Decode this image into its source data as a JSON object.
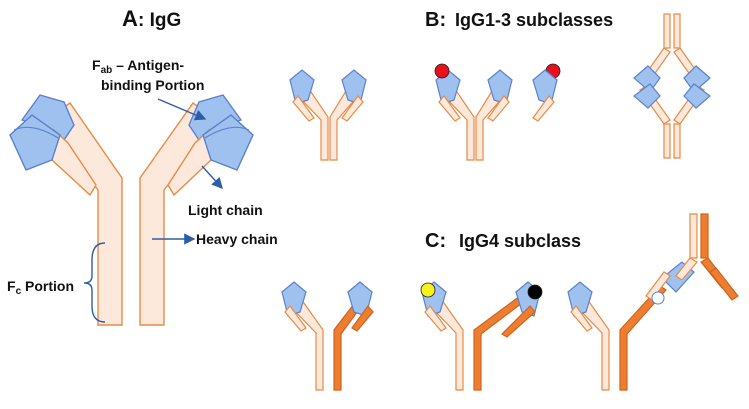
{
  "panels": {
    "a": {
      "letter": "A",
      "title": ": IgG"
    },
    "b": {
      "letter": "B:",
      "title": "IgG1-3 subclasses"
    },
    "c": {
      "letter": "C:",
      "title": "IgG4 subclass"
    }
  },
  "labels": {
    "fab_main": "F",
    "fab_sub": "ab",
    "fab_rest": " – Antigen-",
    "fab_line2": "binding Portion",
    "light_chain": "Light chain",
    "heavy_chain": "Heavy chain",
    "fc_main": "F",
    "fc_sub": "c",
    "fc_rest": " Portion"
  },
  "colors": {
    "heavy_fill": "#fde9dc",
    "heavy_outline": "#e88b45",
    "light_fill": "#9ec1ef",
    "light_outline": "#5b82c9",
    "igg4_heavy": "#ed7d31",
    "arrow": "#2e5da8",
    "bead_red": "#e8101a",
    "bead_yellow": "#f6f21d",
    "bead_black": "#000000",
    "bead_white": "#ffffff"
  }
}
